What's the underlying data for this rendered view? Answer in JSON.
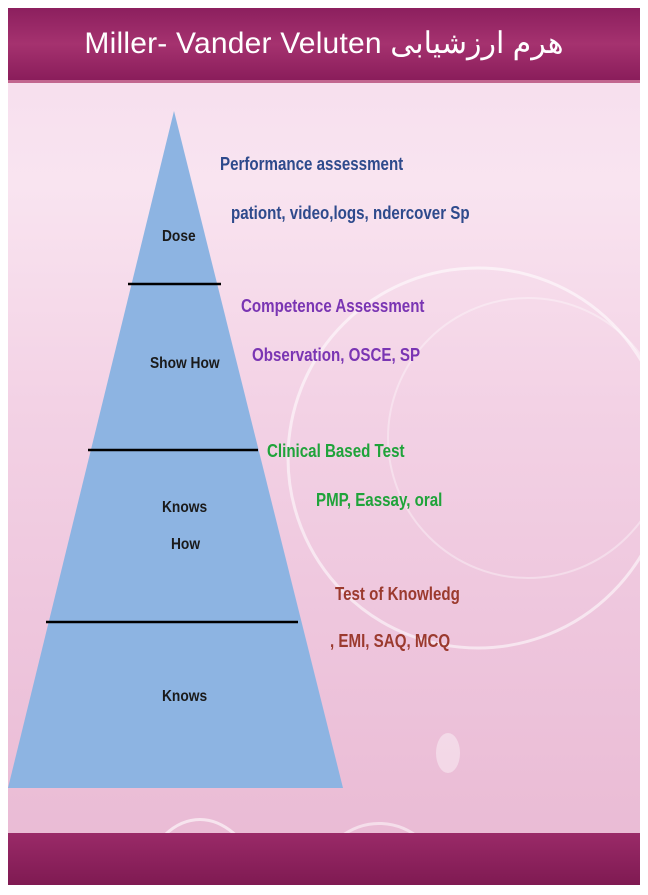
{
  "title": "Miller- Vander Veluten هرم ارزشیابی",
  "pyramid": {
    "fill": "#8db4e2",
    "line_color": "#000000",
    "levels": [
      {
        "label": "Dose"
      },
      {
        "label": "Show How"
      },
      {
        "label_line1": "Knows",
        "label_line2": "How"
      },
      {
        "label": "Knows"
      }
    ]
  },
  "annotations": [
    {
      "heading": "Performance assessment",
      "detail": "pationt, video,logs, ndercover  Sp",
      "color": "#2e4a8c"
    },
    {
      "heading": "Competence Assessment",
      "detail": "Observation, OSCE, SP",
      "color": "#7a35b3"
    },
    {
      "heading": "Clinical Based Test",
      "detail": "PMP, Eassay, oral",
      "color": "#1fa33a"
    },
    {
      "heading": "Test of Knowledg",
      "detail": ", EMI, SAQ,   MCQ",
      "color": "#9b3a2e"
    }
  ],
  "colors": {
    "title_bar": "#8c1f5e",
    "background": "#f5dced"
  }
}
